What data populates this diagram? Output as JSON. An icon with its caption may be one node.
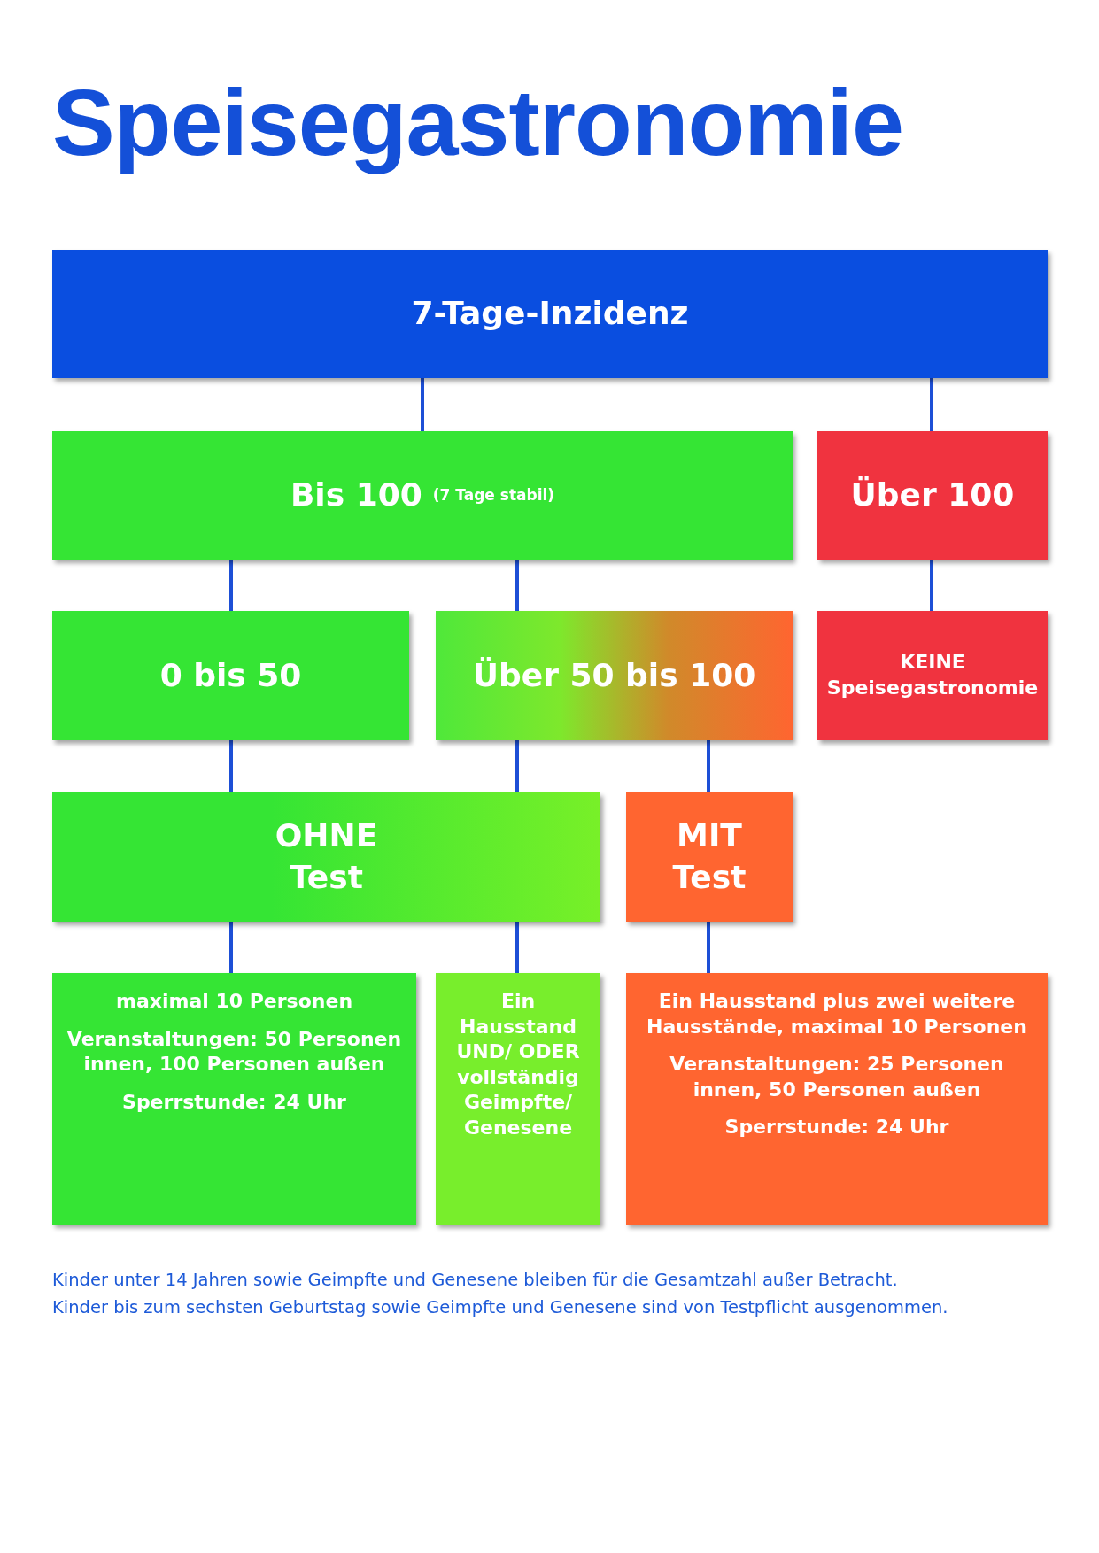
{
  "diagram": {
    "title": "Speisegastronomie",
    "nodes": [
      {
        "text": [
          "7-Tage-Inzidenz"
        ]
      },
      {
        "text": [
          "Bis 100",
          "(7 Tage stabil)"
        ]
      },
      {
        "text": [
          "Über 100"
        ]
      },
      {
        "text": [
          "0 bis 50"
        ]
      },
      {
        "text": [
          "Über 50 bis 100"
        ]
      },
      {
        "text": [
          "KEINE Speisegastronomie"
        ]
      },
      {
        "text": [
          "OHNE Test"
        ]
      },
      {
        "text": [
          "MIT Test"
        ]
      },
      {
        "text": [
          "maximal 10 Personen",
          "Veranstaltungen: 50 Personen innen, 100 Personen außen",
          "Sperrstunde: 24 Uhr"
        ]
      },
      {
        "text": [
          "Ein Hausstand UND/ ODER vollständig Geimpfte/ Genesene"
        ]
      },
      {
        "text": [
          "Ein Hausstand plus zwei weitere Hausstände, maximal 10 Personen",
          "Veranstaltungen: 25 Personen innen, 50 Personen außen",
          "Sperrstunde: 24 Uhr"
        ]
      }
    ],
    "edges": [
      {
        "from": 0,
        "to": 1,
        "arrow": "none"
      },
      {
        "from": 0,
        "to": 2,
        "arrow": "none"
      },
      {
        "from": 1,
        "to": 3,
        "arrow": "none"
      },
      {
        "from": 1,
        "to": 4,
        "arrow": "none"
      },
      {
        "from": 2,
        "to": 5,
        "arrow": "none"
      },
      {
        "from": 3,
        "to": 6,
        "arrow": "none"
      },
      {
        "from": 4,
        "to": 6,
        "arrow": "none"
      },
      {
        "from": 4,
        "to": 7,
        "arrow": "none"
      },
      {
        "from": 6,
        "to": 8,
        "arrow": "none"
      },
      {
        "from": 6,
        "to": 9,
        "arrow": "none"
      },
      {
        "from": 7,
        "to": 10,
        "arrow": "none"
      }
    ],
    "labels": [
      "Kinder unter 14 Jahren sowie Geimpfte und Genesene bleiben für die Gesamtzahl außer Betracht.",
      "Kinder bis zum sechsten Geburtstag sowie Geimpfte und Genesene sind von Testpflicht ausgenommen."
    ]
  }
}
